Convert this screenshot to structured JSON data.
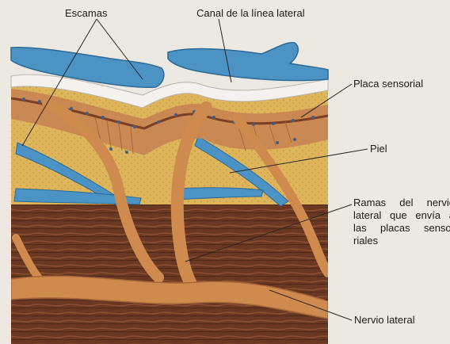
{
  "labels": {
    "escamas": "Escamas",
    "canal": "Canal de la línea lateral",
    "placa": "Placa sensorial",
    "piel": "Piel",
    "ramas": [
      "Ramas del nervio",
      "lateral que envía a",
      "las placas senso-",
      "riales"
    ],
    "nervio": "Nervio lateral"
  },
  "colors": {
    "background": "#ece9e3",
    "scale_blue": "#4a93c4",
    "dermis_yellow": "#e3bf62",
    "muscle_brown": "#6e3b22",
    "nerve_orange": "#cf8a4e",
    "canal_white": "#f4f1ee"
  }
}
